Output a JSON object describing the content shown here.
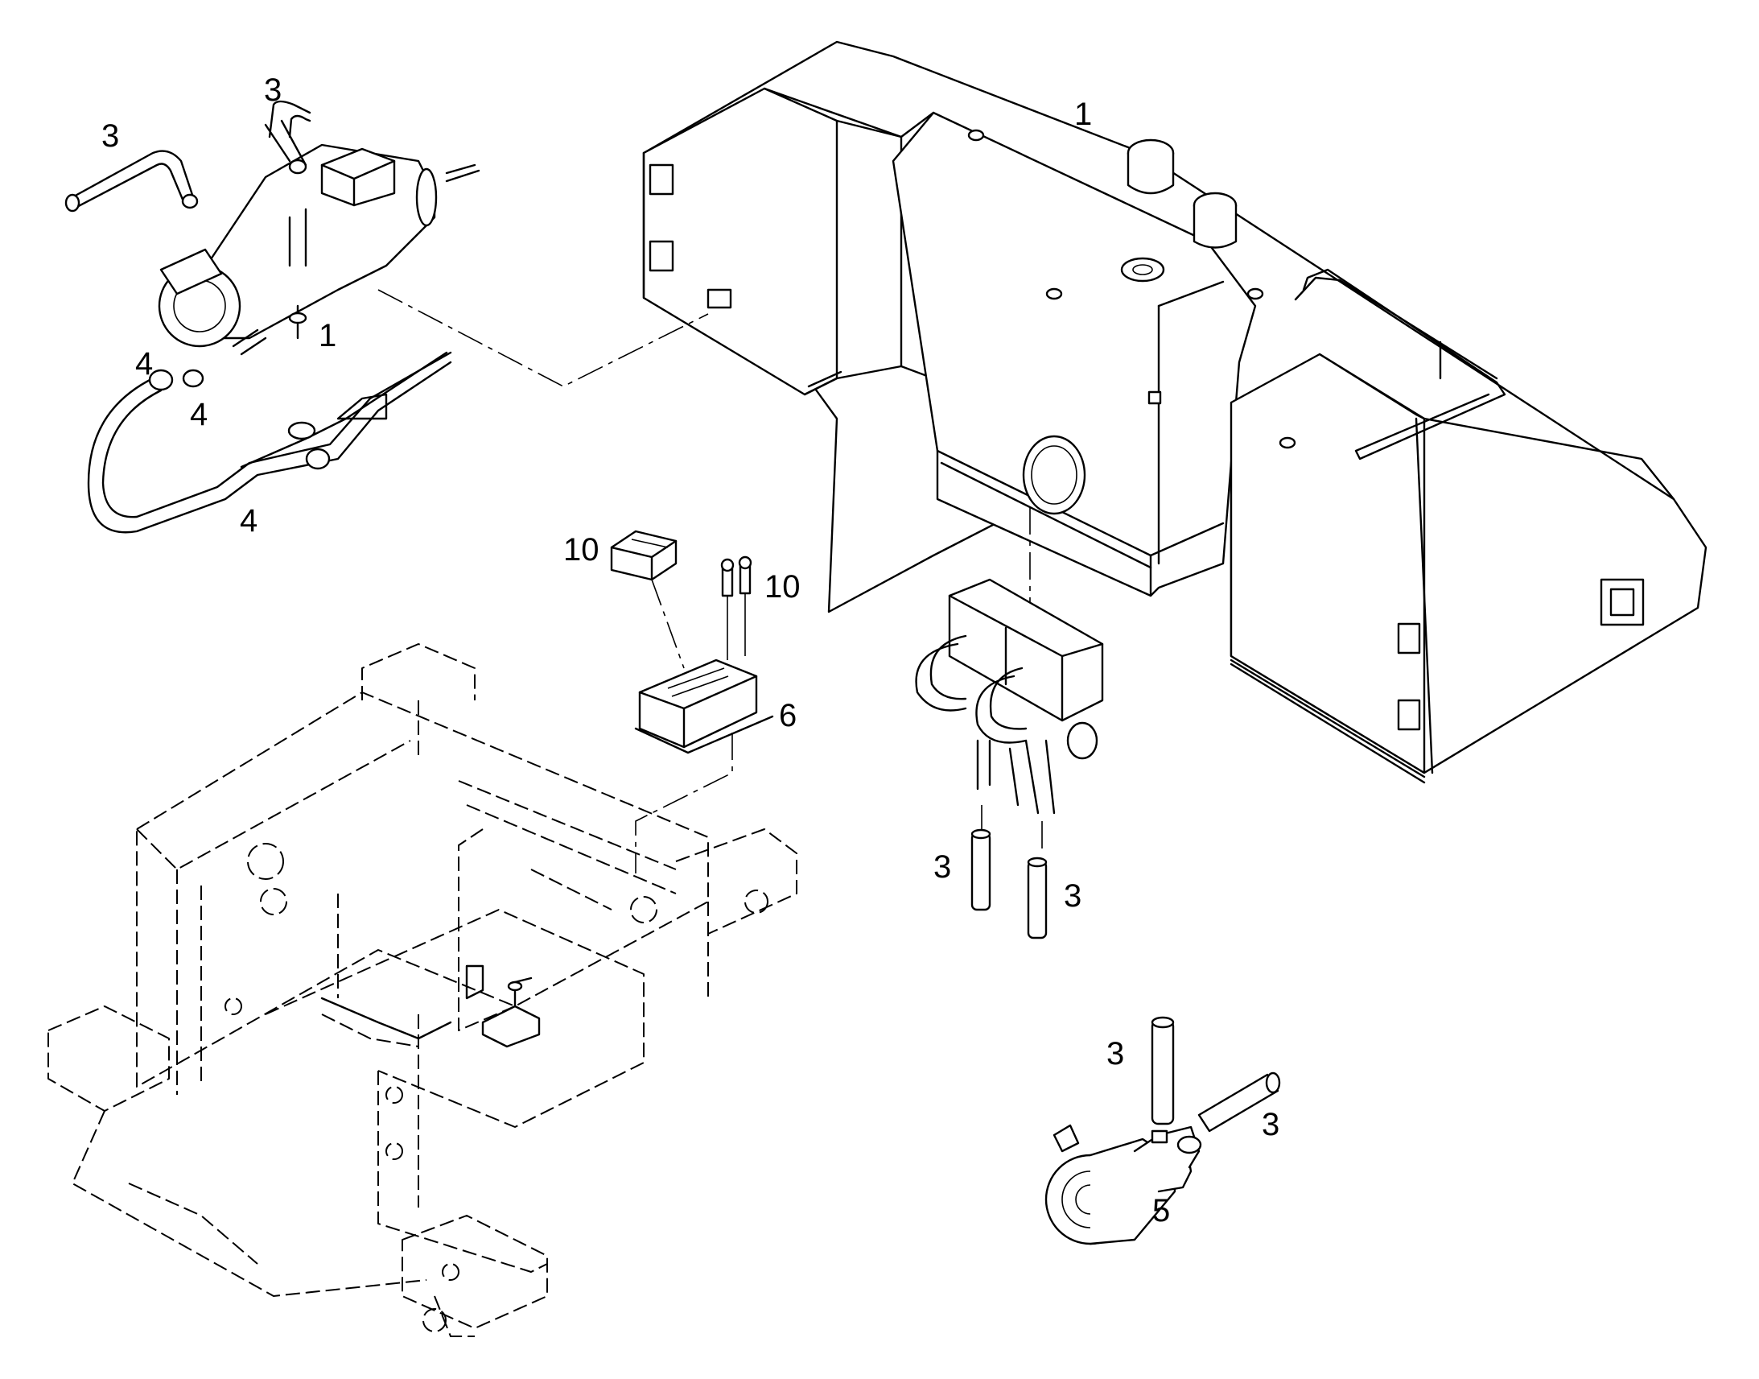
{
  "callouts": {
    "tank": "1",
    "heater_small_1": "1",
    "hose_top_left": "3",
    "hose_top_mid": "3",
    "fitting_4a": "4",
    "fitting_4b": "4",
    "hose_4": "4",
    "switch_10a": "10",
    "fuse_10b": "10",
    "bracket_6": "6",
    "pipe_3_left": "3",
    "pipe_3_right": "3",
    "pump_pipe_3_top": "3",
    "pump_pipe_3_right": "3",
    "pump_5": "5"
  }
}
